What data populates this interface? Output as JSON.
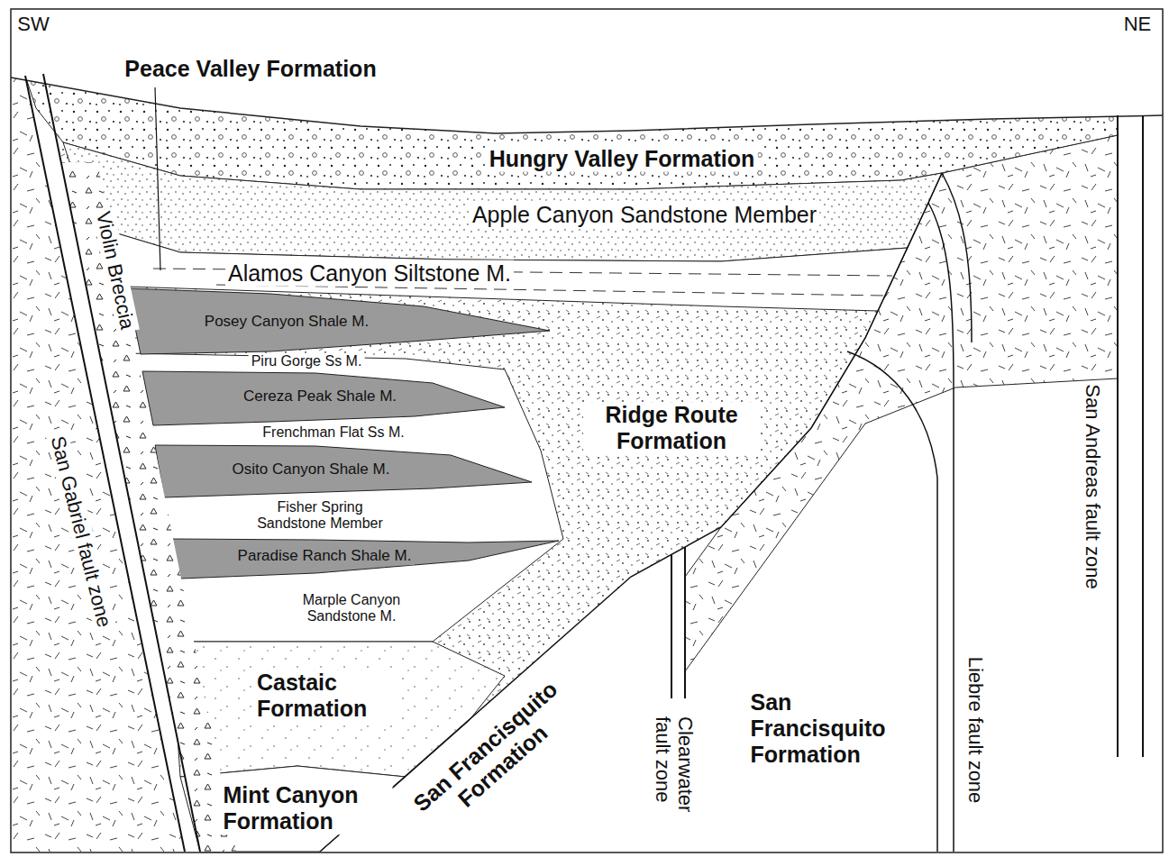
{
  "diagram": {
    "labels": [
      "SW",
      "NE",
      "Peace Valley Formation",
      "Hungry Valley Formation",
      "Apple Canyon Sandstone Member",
      "Alamos Canyon Siltstone M.",
      "Posey Canyon Shale M.",
      "Piru Gorge Ss M.",
      "Cereza Peak Shale M.",
      "Frenchman Flat Ss M.",
      "Osito Canyon Shale M.",
      "Fisher Spring Sandstone Member",
      "Paradise Ranch Shale M.",
      "Marple Canyon Sandstone M.",
      "Ridge Route Formation",
      "Castaic Formation",
      "Mint Canyon Formation",
      "San Francisquito Formation",
      "Clearwater fault zone",
      "San Francisquito Formation",
      "Liebre fault zone",
      "San Andreas fault zone",
      "San Gabriel fault zone",
      "Violin Breccia"
    ]
  }
}
